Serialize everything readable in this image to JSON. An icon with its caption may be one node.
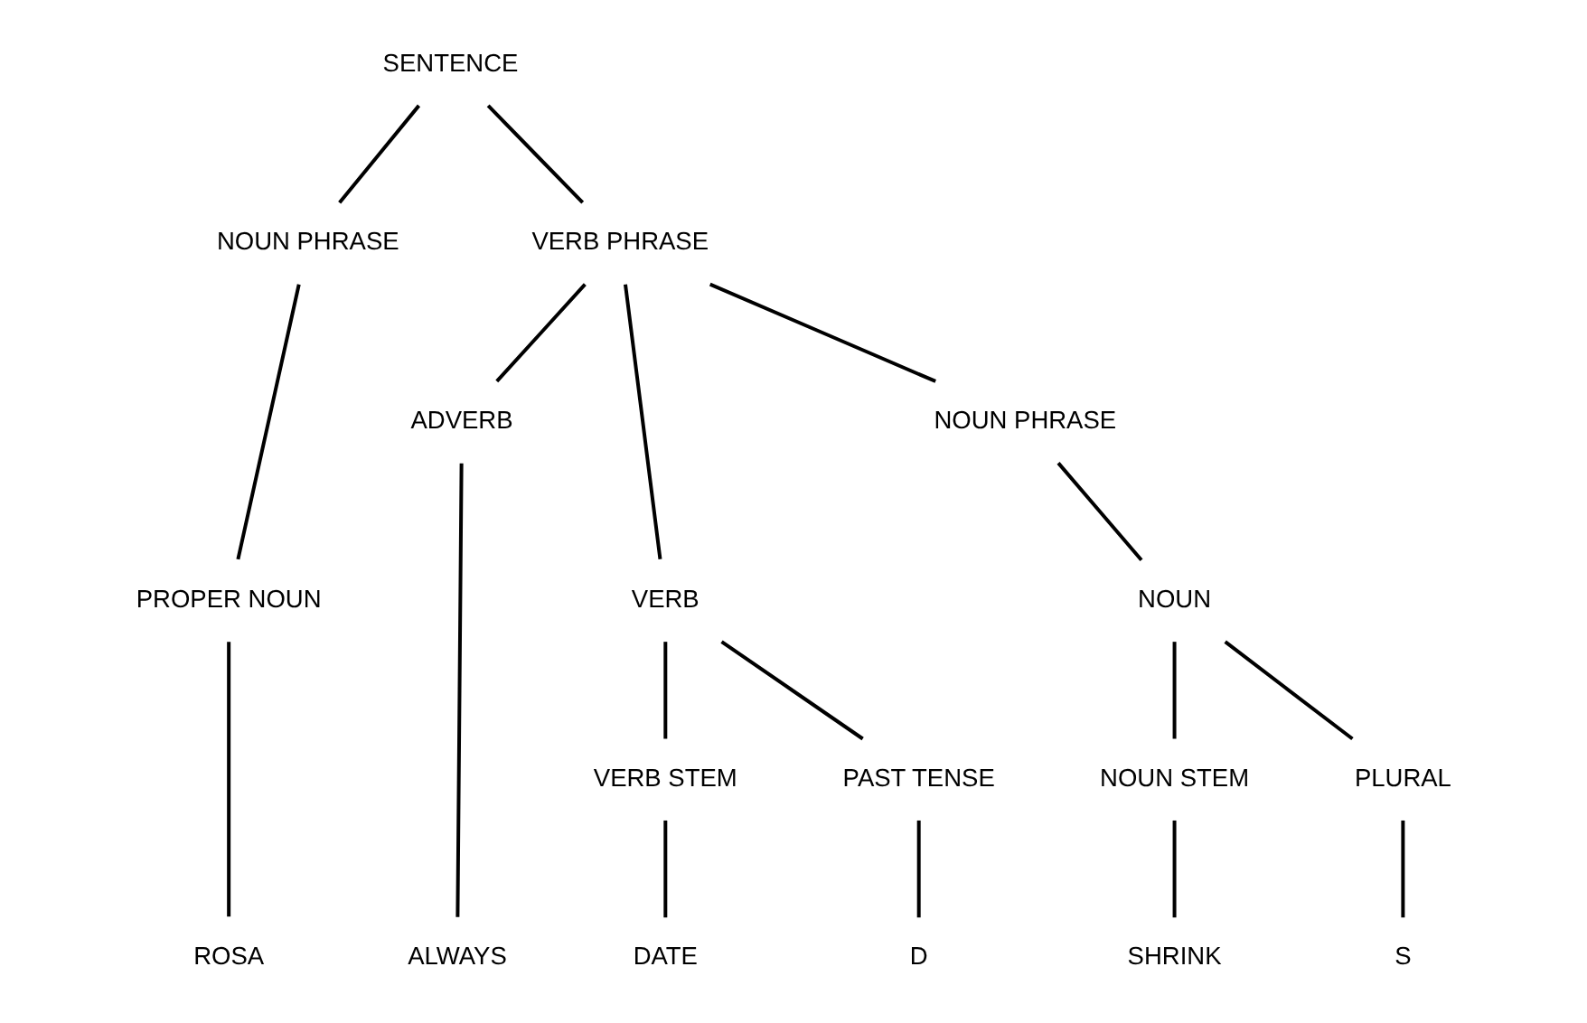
{
  "diagram": {
    "nodes": [
      {
        "text": [
          "SENTENCE"
        ]
      },
      {
        "text": [
          "NOUN PHRASE"
        ]
      },
      {
        "text": [
          "VERB PHRASE"
        ]
      },
      {
        "text": [
          "PROPER NOUN"
        ]
      },
      {
        "text": [
          "ADVERB"
        ]
      },
      {
        "text": [
          "VERB"
        ]
      },
      {
        "text": [
          "NOUN PHRASE"
        ]
      },
      {
        "text": [
          "VERB STEM"
        ]
      },
      {
        "text": [
          "PAST TENSE"
        ]
      },
      {
        "text": [
          "NOUN"
        ]
      },
      {
        "text": [
          "NOUN STEM"
        ]
      },
      {
        "text": [
          "PLURAL"
        ]
      },
      {
        "text": [
          "ROSA"
        ]
      },
      {
        "text": [
          "ALWAYS"
        ]
      },
      {
        "text": [
          "DATE"
        ]
      },
      {
        "text": [
          "D"
        ]
      },
      {
        "text": [
          "SHRINK"
        ]
      },
      {
        "text": [
          "S"
        ]
      }
    ],
    "edges": [
      {
        "from": 0,
        "to": 1,
        "arrow": "none"
      },
      {
        "from": 0,
        "to": 2,
        "arrow": "none"
      },
      {
        "from": 1,
        "to": 3,
        "arrow": "none"
      },
      {
        "from": 2,
        "to": 4,
        "arrow": "none"
      },
      {
        "from": 2,
        "to": 5,
        "arrow": "none"
      },
      {
        "from": 2,
        "to": 6,
        "arrow": "none"
      },
      {
        "from": 3,
        "to": 12,
        "arrow": "none"
      },
      {
        "from": 4,
        "to": 13,
        "arrow": "none"
      },
      {
        "from": 5,
        "to": 7,
        "arrow": "none"
      },
      {
        "from": 5,
        "to": 8,
        "arrow": "none"
      },
      {
        "from": 6,
        "to": 9,
        "arrow": "none"
      },
      {
        "from": 7,
        "to": 14,
        "arrow": "none"
      },
      {
        "from": 8,
        "to": 15,
        "arrow": "none"
      },
      {
        "from": 9,
        "to": 10,
        "arrow": "none"
      },
      {
        "from": 9,
        "to": 11,
        "arrow": "none"
      },
      {
        "from": 10,
        "to": 16,
        "arrow": "none"
      },
      {
        "from": 11,
        "to": 17,
        "arrow": "none"
      }
    ]
  }
}
